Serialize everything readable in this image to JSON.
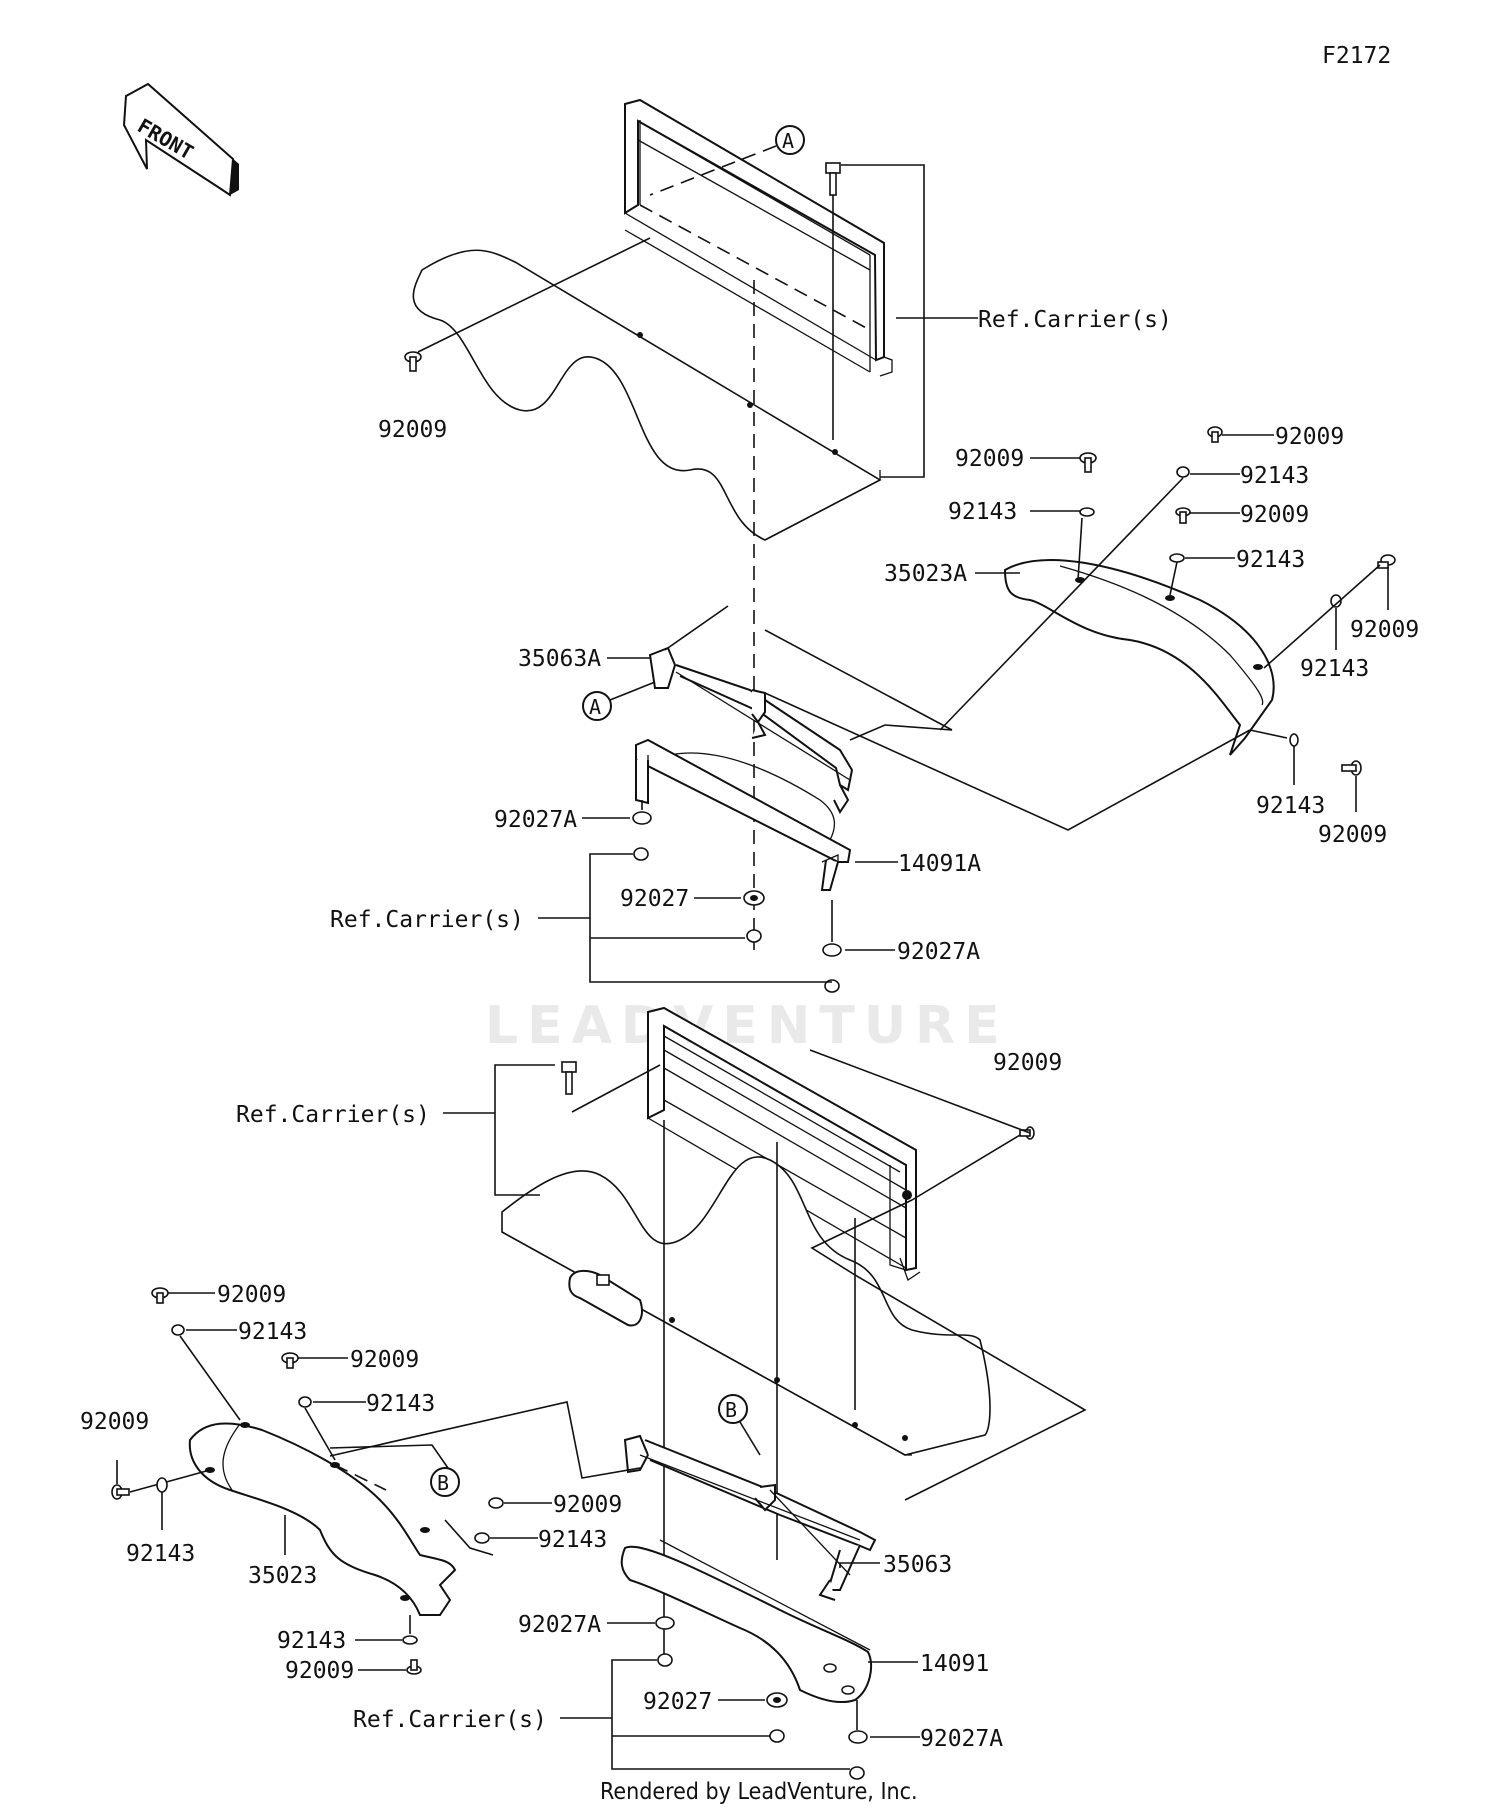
{
  "diagram_id": "F2172",
  "direction_label": "FRONT",
  "footer": "Rendered by LeadVenture, Inc.",
  "watermark": "LEADVENTURE",
  "callouts": {
    "a_top": "A",
    "a_mid": "A",
    "b_right": "B",
    "b_left": "B"
  },
  "upper_labels": {
    "ref_carrier_1": "Ref.Carrier(s)",
    "p92009_left": "92009",
    "p92009_r1": "92009",
    "p92143_r1": "92143",
    "p92009_r2": "92009",
    "p92143_r2": "92143",
    "p92009_r3": "92009",
    "p92143_r3": "92143",
    "p35023A": "35023A",
    "p92009_r4": "92009",
    "p92143_r4": "92143",
    "p35063A": "35063A",
    "p92143_r5": "92143",
    "p92009_r5": "92009",
    "p92027A_1": "92027A",
    "p14091A": "14091A",
    "p92027_1": "92027",
    "ref_carrier_2": "Ref.Carrier(s)",
    "p92027A_2": "92027A"
  },
  "lower_labels": {
    "p92009_top": "92009",
    "ref_carrier_3": "Ref.Carrier(s)",
    "p92009_l1": "92009",
    "p92143_l1": "92143",
    "p92009_l2": "92009",
    "p92143_l2": "92143",
    "p92009_l3": "92009",
    "p92143_l3": "92143",
    "p35023": "35023",
    "p92009_l4": "92009",
    "p92143_l4": "92143",
    "p92143_l5": "92143",
    "p92009_l5": "92009",
    "p35063": "35063",
    "p92027A_3": "92027A",
    "p14091": "14091",
    "p92027_2": "92027",
    "ref_carrier_4": "Ref.Carrier(s)",
    "p92027A_4": "92027A"
  }
}
